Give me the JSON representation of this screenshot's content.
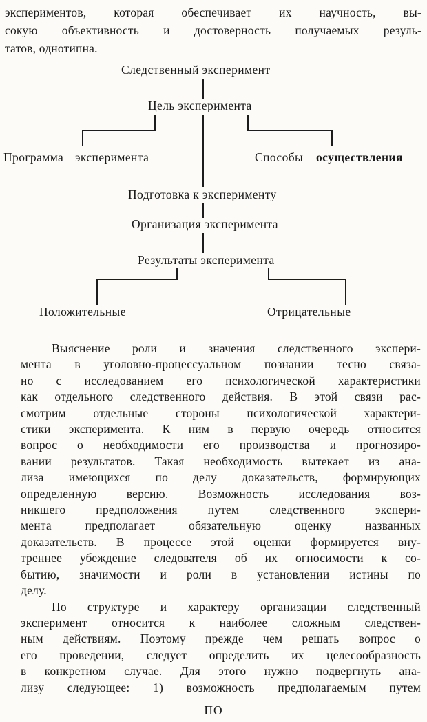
{
  "top_paragraph": {
    "lines": [
      "экспериментов, которая обеспечивает их научность, вы-",
      "сокую объективность и достоверность получаемых резуль-",
      "татов, однотипна."
    ]
  },
  "diagram": {
    "nodes": {
      "root": "Следственный эксперимент",
      "goal": "Цель эксперимента",
      "program": "Программа эксперимента",
      "methods_word1": "Способы",
      "methods_word2": "осуществления",
      "preparation": "Подготовка к эксперименту",
      "organization": "Организация эксперимента",
      "results": "Результаты эксперимента",
      "positive": "Положительные",
      "negative": "Отрицательные"
    }
  },
  "paragraph_experiment_role": {
    "lines": [
      "Выяснение роли и значения следственного экспери-",
      "мента в уголовно-процессуальном познании тесно связа-",
      "но с исследованием его психологической характеристики",
      "как отдельного следственного действия. В этой связи рас-",
      "смотрим отдельные стороны психологической характери-",
      "стики эксперимента. К ним в первую очередь относится",
      "вопрос о необходимости его производства и прогнозиро-",
      "вании результатов. Такая необходимость вытекает из ана-",
      "лиза имеющихся по делу доказательств, формирующих",
      "определенную версию. Возможность исследования воз-",
      "никшего предположения путем следственного экспери-",
      "мента предполагает обязательную оценку названных",
      "доказательств. В процессе этой оценки формируется вну-",
      "треннее убеждение следователя об их огносимости к со-",
      "бытию, значимости и роли в установлении истины по",
      "делу."
    ]
  },
  "paragraph_structure": {
    "lines": [
      "По структуре и характеру организации следственный",
      "эксперимент относится к наиболее сложным следствен-",
      "ным действиям. Поэтому прежде чем решать вопрос о",
      "его проведении, следует определить их целесообразность",
      "в конкретном случае. Для этого нужно подвергнуть ана-",
      "лизу следующее: 1)  возможность предполагаемым путем"
    ]
  },
  "footer": {
    "page_number": "ПО"
  }
}
